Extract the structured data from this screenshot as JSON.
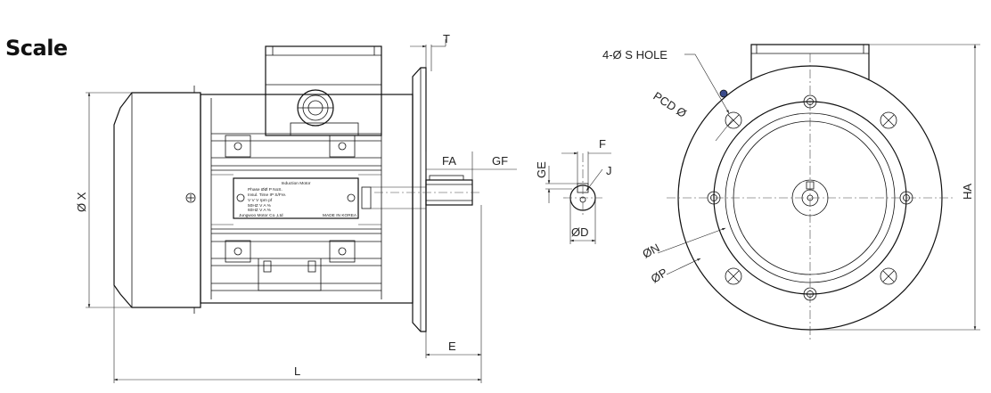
{
  "title": "Scale",
  "labels": {
    "t": "T",
    "fa": "FA",
    "gf": "GF",
    "e": "E",
    "l": "L",
    "x": "Ø X",
    "f": "F",
    "ge": "GE",
    "j": "J",
    "d": "ØD",
    "hole": "4-Ø S HOLE",
    "pcd": "PCD Ø",
    "n": "ØN",
    "p": "ØP",
    "ha": "HA"
  },
  "nameplate": {
    "title": "Induction  Motor",
    "row1": "Phase        ØØ      P NoS.",
    "row2": "Insul.   Time        IP        S/Fre.",
    "row3": "V         V       V      rpm   pf",
    "row4": "50HZ       V       A          %",
    "row5": "60HZ       V       A          %",
    "maker": "Jungwoo Motor Co.,Ltd",
    "origin": "MADE IN KOREA"
  }
}
